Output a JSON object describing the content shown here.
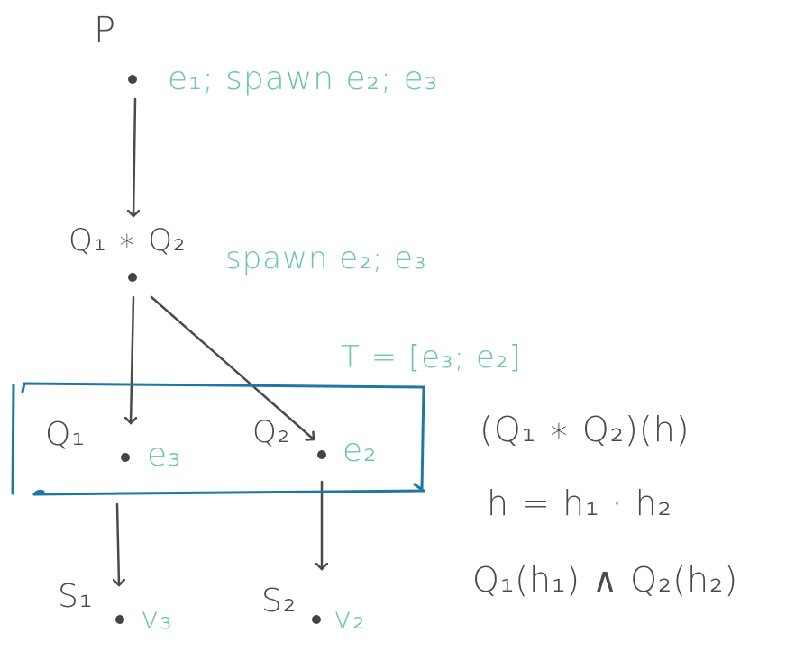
{
  "colors": {
    "ink": "#4a4a4a",
    "annotation": "#6cc4b0",
    "box": "#1f77a4",
    "background": "#ffffff"
  },
  "nodes": {
    "p": {
      "label": "P",
      "code": "e₁; spawn e₂; e₃"
    },
    "q_star": {
      "label": "Q₁ ∗ Q₂",
      "code": "spawn e₂; e₃"
    },
    "q1": {
      "label": "Q₁",
      "code": "e₃"
    },
    "q2": {
      "label": "Q₂",
      "code": "e₂"
    },
    "s1": {
      "label": "S₁",
      "value": "v₃"
    },
    "s2": {
      "label": "S₂",
      "value": "v₂"
    }
  },
  "thread_pool": {
    "label": "T = [e₃; e₂]"
  },
  "equations": {
    "line1": "(Q₁ ∗ Q₂)(h)",
    "line2": "h = h₁ · h₂",
    "line3": "Q₁(h₁) ∧ Q₂(h₂)"
  },
  "edges": [
    {
      "from": "p",
      "to": "q_star"
    },
    {
      "from": "q_star",
      "to": "q1"
    },
    {
      "from": "q_star",
      "to": "q2"
    },
    {
      "from": "q1",
      "to": "s1"
    },
    {
      "from": "q2",
      "to": "s2"
    }
  ]
}
